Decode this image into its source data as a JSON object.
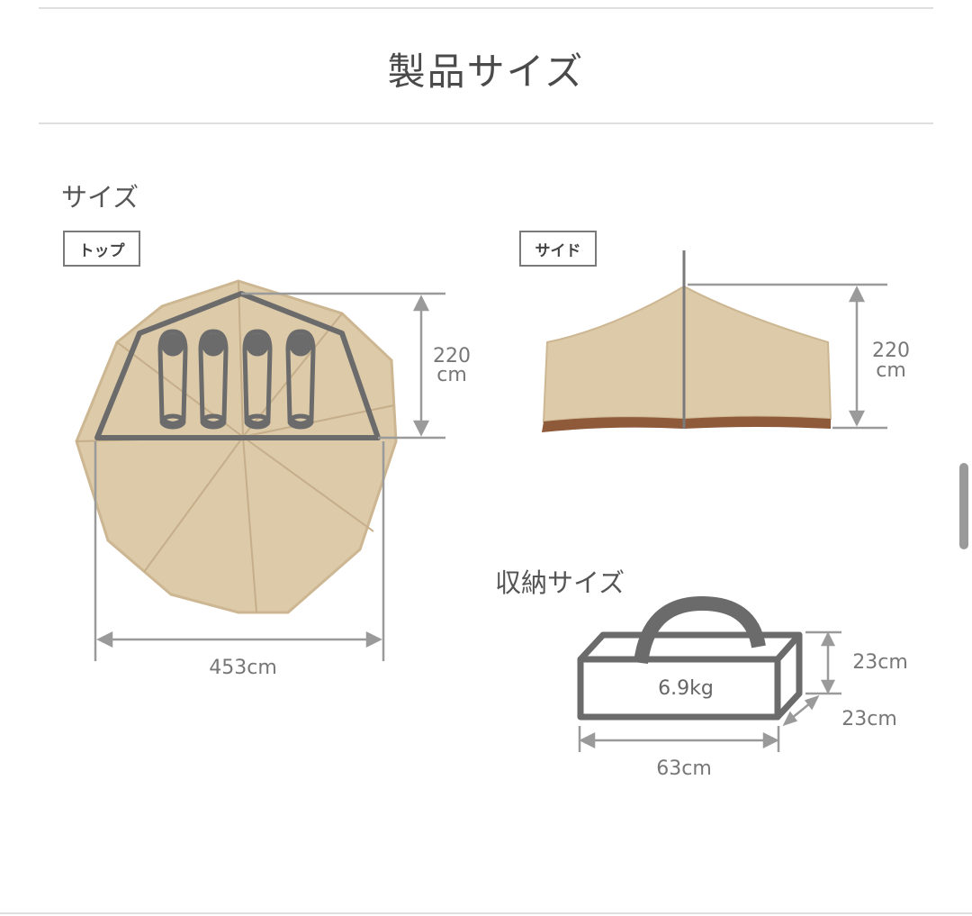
{
  "page": {
    "title": "製品サイズ"
  },
  "size_section": {
    "label": "サイズ",
    "top_view": {
      "tag": "トップ",
      "height_value": "220",
      "height_unit": "cm",
      "width": "453cm"
    },
    "side_view": {
      "tag": "サイド",
      "height_value": "220",
      "height_unit": "cm"
    }
  },
  "storage_section": {
    "label": "収納サイズ",
    "weight": "6.9kg",
    "height": "23cm",
    "depth": "23cm",
    "length": "63cm"
  },
  "colors": {
    "canvas": "#d9c6a6",
    "canvas_dark": "#c7b08e",
    "floor": "#8f5a3a",
    "outline": "#6b6b6b",
    "dimension_line": "#9a9a9a"
  }
}
